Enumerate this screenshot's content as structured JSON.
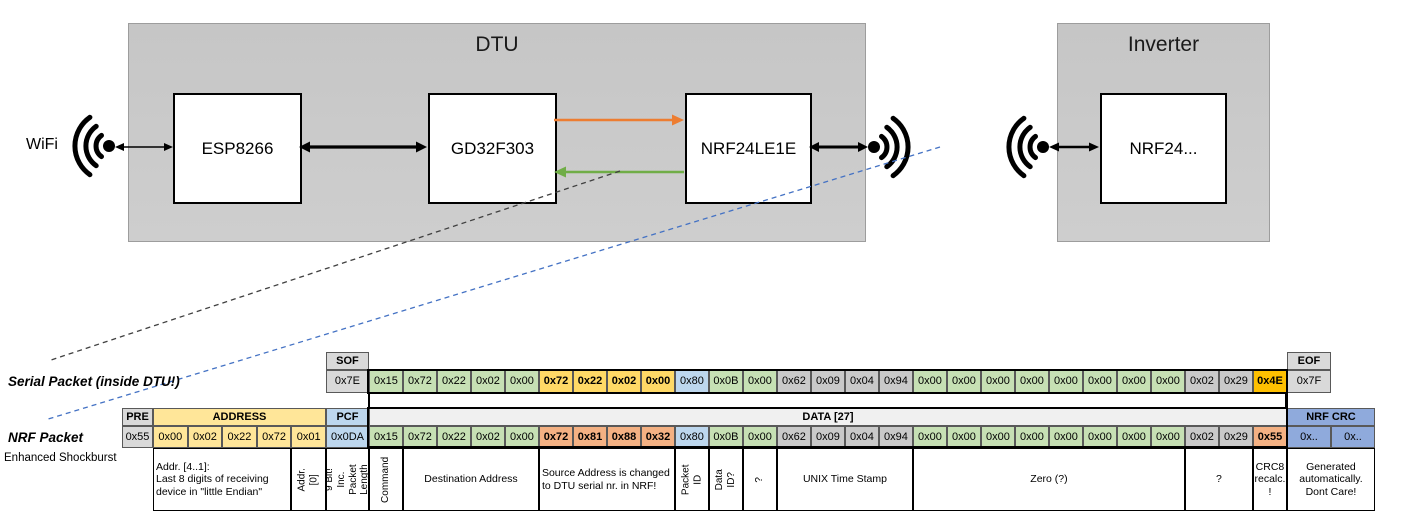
{
  "palette": {
    "green": "#C6E0B4",
    "gray_cell": "#C9C9C9",
    "gray_header": "#D9D9D9",
    "data_header": "#F0F0F0",
    "yellow": "#FFE699",
    "gold": "#FFD966",
    "amber": "#FFC000",
    "salmon": "#F4B183",
    "light_blue": "#BDD7EE",
    "med_blue": "#8FAADC",
    "arrow_orange": "#ED7D31",
    "arrow_green": "#70AD47",
    "dash_blue": "#4472C4"
  },
  "diagram": {
    "wifi_label": "WiFi",
    "dtu": {
      "title": "DTU",
      "esp": "ESP8266",
      "gd": "GD32F303",
      "nrf": "NRF24LE1E"
    },
    "inverter": {
      "title": "Inverter",
      "nrf": "NRF24..."
    }
  },
  "serial": {
    "label": "Serial Packet (inside DTU!)",
    "sof_header": "SOF",
    "eof_header": "EOF",
    "sof": "0x7E",
    "eof": "0x7F",
    "data": [
      "0x15",
      "0x72",
      "0x22",
      "0x02",
      "0x00",
      "0x72",
      "0x22",
      "0x02",
      "0x00",
      "0x80",
      "0x0B",
      "0x00",
      "0x62",
      "0x09",
      "0x04",
      "0x94",
      "0x00",
      "0x00",
      "0x00",
      "0x00",
      "0x00",
      "0x00",
      "0x00",
      "0x00",
      "0x02",
      "0x29",
      "0x4E"
    ]
  },
  "nrf": {
    "label": "NRF Packet",
    "sublabel": "Enhanced Shockburst",
    "pre_header": "PRE",
    "address_header": "ADDRESS",
    "pcf_header": "PCF",
    "data_header": "DATA [27]",
    "crc_header": "NRF CRC",
    "pre": "0x55",
    "address": [
      "0x00",
      "0x02",
      "0x22",
      "0x72",
      "0x01"
    ],
    "pcf": "0x0DA",
    "data": [
      "0x15",
      "0x72",
      "0x22",
      "0x02",
      "0x00",
      "0x72",
      "0x81",
      "0x88",
      "0x32",
      "0x80",
      "0x0B",
      "0x00",
      "0x62",
      "0x09",
      "0x04",
      "0x94",
      "0x00",
      "0x00",
      "0x00",
      "0x00",
      "0x00",
      "0x00",
      "0x00",
      "0x00",
      "0x02",
      "0x29",
      "0x55"
    ],
    "crc": [
      "0x..",
      "0x.."
    ]
  },
  "annotations": {
    "addr41": "Addr. [4..1]:\nLast 8 digits of receiving device in \"little Endian\"",
    "addr0": "Addr.[0]",
    "pcf": "9 Bit!\nInc. Packet\nLength",
    "command": "Command",
    "destination": "Destination Address",
    "source": "Source Address is changed to DTU serial nr. in NRF!",
    "packet_id": "Packet ID",
    "data_id": "Data ID?",
    "q1": "?",
    "unix": "UNIX Time Stamp",
    "zero": "Zero (?)",
    "q2": "?",
    "crc8": "CRC8\nrecalc.\n!",
    "generated": "Generated\nautomatically.\nDont Care!"
  }
}
